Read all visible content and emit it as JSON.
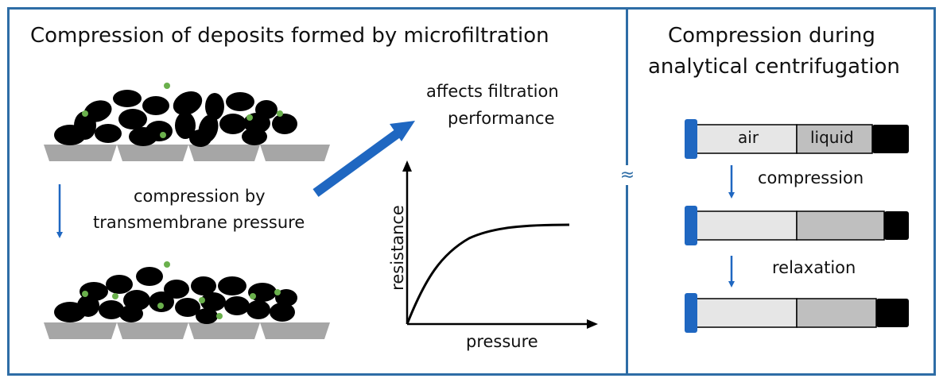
{
  "left_panel": {
    "title": "Compression of deposits formed by microfiltration",
    "compression_label_line1": "compression by",
    "compression_label_line2": "transmembrane pressure",
    "effect_label_line1": "affects filtration",
    "effect_label_line2": "performance"
  },
  "graph": {
    "xlabel": "pressure",
    "ylabel": "resistance"
  },
  "right_panel": {
    "title_line1": "Compression during",
    "title_line2": "analytical centrifugation",
    "approx_symbol": "≈",
    "tube_air_label": "air",
    "tube_liquid_label": "liquid",
    "step1_label": "compression",
    "step2_label": "relaxation"
  },
  "colors": {
    "accent": "#2e6da6",
    "arrow_blue": "#1f67c1",
    "particle": "#000000",
    "fine_particle": "#6ab04c",
    "membrane": "#a6a6a6",
    "tube_air": "#e6e6e6",
    "tube_liquid": "#bfbfbf",
    "tube_cap": "#000000",
    "tube_plug": "#1f67c1"
  }
}
